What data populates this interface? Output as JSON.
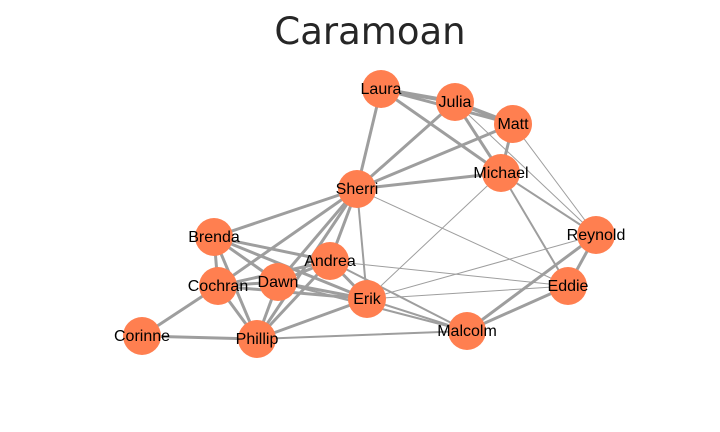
{
  "title": "Caramoan",
  "colors": {
    "node": "#ff7f50",
    "edge": "#9e9e9e",
    "title": "#262626",
    "label": "#000000"
  },
  "nodes": [
    {
      "id": "Laura",
      "label": "Laura"
    },
    {
      "id": "Julia",
      "label": "Julia"
    },
    {
      "id": "Matt",
      "label": "Matt"
    },
    {
      "id": "Michael",
      "label": "Michael"
    },
    {
      "id": "Sherri",
      "label": "Sherri"
    },
    {
      "id": "Reynold",
      "label": "Reynold"
    },
    {
      "id": "Brenda",
      "label": "Brenda"
    },
    {
      "id": "Andrea",
      "label": "Andrea"
    },
    {
      "id": "Cochran",
      "label": "Cochran"
    },
    {
      "id": "Dawn",
      "label": "Dawn"
    },
    {
      "id": "Erik",
      "label": "Erik"
    },
    {
      "id": "Eddie",
      "label": "Eddie"
    },
    {
      "id": "Corinne",
      "label": "Corinne"
    },
    {
      "id": "Phillip",
      "label": "Phillip"
    },
    {
      "id": "Malcolm",
      "label": "Malcolm"
    }
  ],
  "edges": [
    {
      "source": "Laura",
      "target": "Julia",
      "weight": 4
    },
    {
      "source": "Laura",
      "target": "Matt",
      "weight": 3
    },
    {
      "source": "Laura",
      "target": "Michael",
      "weight": 3
    },
    {
      "source": "Laura",
      "target": "Sherri",
      "weight": 3
    },
    {
      "source": "Julia",
      "target": "Matt",
      "weight": 4
    },
    {
      "source": "Julia",
      "target": "Michael",
      "weight": 3
    },
    {
      "source": "Julia",
      "target": "Sherri",
      "weight": 3
    },
    {
      "source": "Julia",
      "target": "Reynold",
      "weight": 1
    },
    {
      "source": "Matt",
      "target": "Michael",
      "weight": 3
    },
    {
      "source": "Matt",
      "target": "Sherri",
      "weight": 3
    },
    {
      "source": "Matt",
      "target": "Reynold",
      "weight": 1
    },
    {
      "source": "Michael",
      "target": "Sherri",
      "weight": 3
    },
    {
      "source": "Michael",
      "target": "Reynold",
      "weight": 2
    },
    {
      "source": "Michael",
      "target": "Eddie",
      "weight": 2
    },
    {
      "source": "Michael",
      "target": "Erik",
      "weight": 1
    },
    {
      "source": "Sherri",
      "target": "Brenda",
      "weight": 3
    },
    {
      "source": "Sherri",
      "target": "Andrea",
      "weight": 3
    },
    {
      "source": "Sherri",
      "target": "Cochran",
      "weight": 3
    },
    {
      "source": "Sherri",
      "target": "Dawn",
      "weight": 3
    },
    {
      "source": "Sherri",
      "target": "Erik",
      "weight": 2
    },
    {
      "source": "Sherri",
      "target": "Phillip",
      "weight": 3
    },
    {
      "source": "Sherri",
      "target": "Eddie",
      "weight": 1
    },
    {
      "source": "Reynold",
      "target": "Eddie",
      "weight": 3
    },
    {
      "source": "Reynold",
      "target": "Malcolm",
      "weight": 3
    },
    {
      "source": "Reynold",
      "target": "Erik",
      "weight": 1
    },
    {
      "source": "Eddie",
      "target": "Malcolm",
      "weight": 3
    },
    {
      "source": "Eddie",
      "target": "Andrea",
      "weight": 1
    },
    {
      "source": "Eddie",
      "target": "Erik",
      "weight": 1
    },
    {
      "source": "Brenda",
      "target": "Andrea",
      "weight": 3
    },
    {
      "source": "Brenda",
      "target": "Cochran",
      "weight": 3
    },
    {
      "source": "Brenda",
      "target": "Dawn",
      "weight": 3
    },
    {
      "source": "Brenda",
      "target": "Erik",
      "weight": 3
    },
    {
      "source": "Brenda",
      "target": "Phillip",
      "weight": 3
    },
    {
      "source": "Andrea",
      "target": "Cochran",
      "weight": 3
    },
    {
      "source": "Andrea",
      "target": "Dawn",
      "weight": 3
    },
    {
      "source": "Andrea",
      "target": "Erik",
      "weight": 3
    },
    {
      "source": "Andrea",
      "target": "Phillip",
      "weight": 3
    },
    {
      "source": "Andrea",
      "target": "Malcolm",
      "weight": 2
    },
    {
      "source": "Cochran",
      "target": "Dawn",
      "weight": 3
    },
    {
      "source": "Cochran",
      "target": "Erik",
      "weight": 3
    },
    {
      "source": "Cochran",
      "target": "Phillip",
      "weight": 3
    },
    {
      "source": "Cochran",
      "target": "Corinne",
      "weight": 3
    },
    {
      "source": "Dawn",
      "target": "Erik",
      "weight": 3
    },
    {
      "source": "Dawn",
      "target": "Phillip",
      "weight": 3
    },
    {
      "source": "Dawn",
      "target": "Malcolm",
      "weight": 2
    },
    {
      "source": "Erik",
      "target": "Phillip",
      "weight": 3
    },
    {
      "source": "Erik",
      "target": "Malcolm",
      "weight": 2
    },
    {
      "source": "Corinne",
      "target": "Phillip",
      "weight": 3
    },
    {
      "source": "Phillip",
      "target": "Malcolm",
      "weight": 2
    }
  ]
}
